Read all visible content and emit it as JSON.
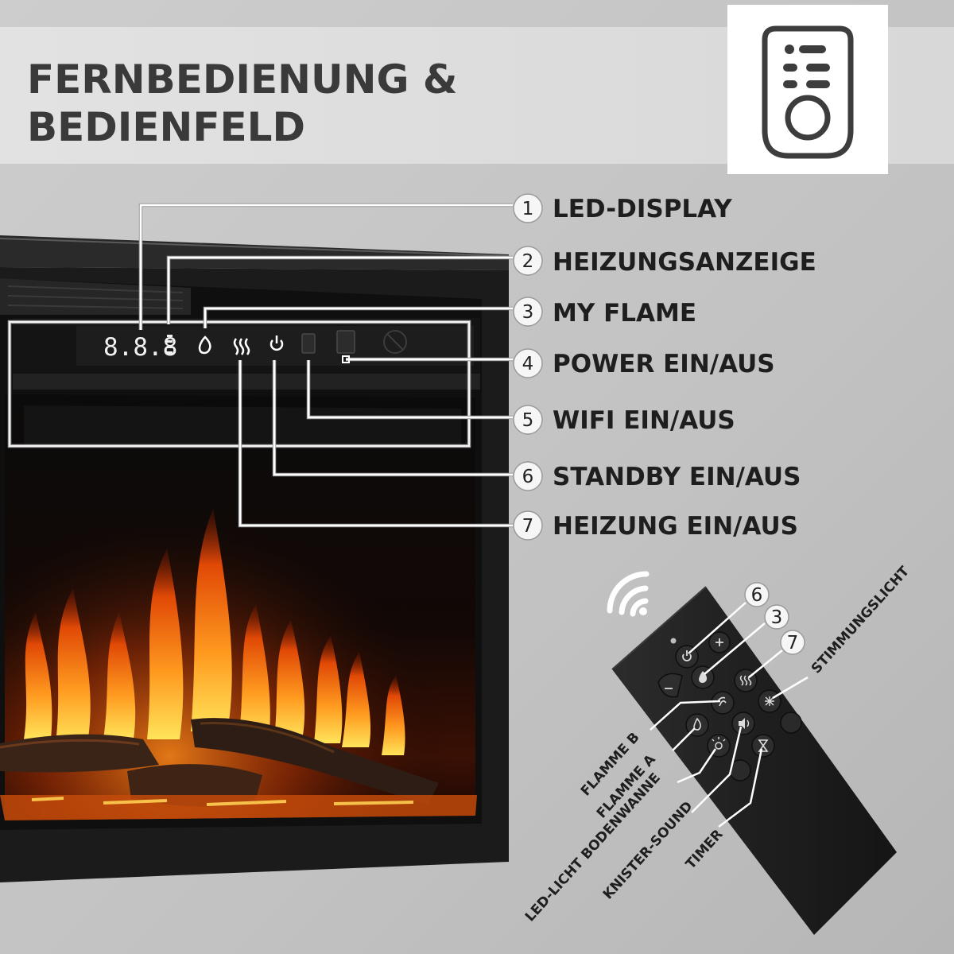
{
  "header": {
    "title_line1": "FERNBEDIENUNG &",
    "title_line2": "BEDIENFELD",
    "icon": "remote-control-icon"
  },
  "panel": {
    "display_text": "8.8.8",
    "icons": [
      "flame-icon",
      "heat-waves-icon",
      "power-icon",
      "wifi-switch-icon",
      "power-switch-icon",
      "no-touch-icon"
    ]
  },
  "callouts": [
    {
      "number": "1",
      "label": "LED-DISPLAY"
    },
    {
      "number": "2",
      "label": "HEIZUNGSANZEIGE"
    },
    {
      "number": "3",
      "label": "MY FLAME"
    },
    {
      "number": "4",
      "label": "POWER EIN/AUS"
    },
    {
      "number": "5",
      "label": "WIFI EIN/AUS"
    },
    {
      "number": "6",
      "label": "STANDBY EIN/AUS"
    },
    {
      "number": "7",
      "label": "HEIZUNG EIN/AUS"
    }
  ],
  "remote": {
    "badges": [
      "6",
      "3",
      "7"
    ],
    "labels": {
      "mood_light": "STIMMUNGSLICHT",
      "flame_b": "FLAMME B",
      "flame_a": "FLAMME A",
      "led_light": "LED-LICHT BODENWANNE",
      "crackle": "KNISTER-SOUND",
      "timer": "TIMER"
    },
    "buttons": [
      "power-icon",
      "plus-icon",
      "minus-icon",
      "flame-icon",
      "heat-waves-icon",
      "light-icon",
      "flame-b-icon",
      "flame-a-icon",
      "bed-light-icon",
      "sound-icon",
      "timer-icon"
    ]
  },
  "colors": {
    "header_bg": "#dedede",
    "background": "#c4c4c4",
    "title": "#3a3a3a",
    "flame_orange": "#ff7a12",
    "flame_yellow": "#ffd23a"
  }
}
